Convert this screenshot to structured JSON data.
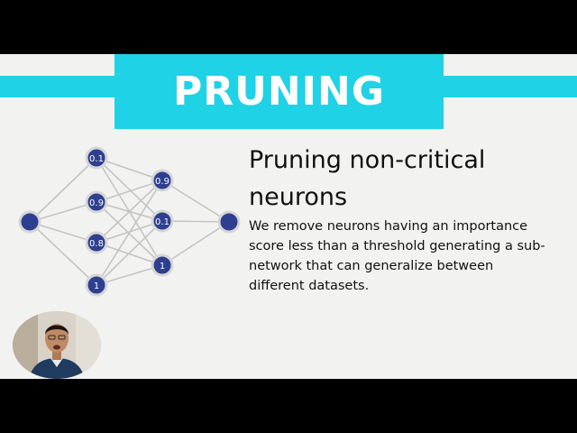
{
  "slide": {
    "title": "PRUNING",
    "heading": "Pruning non-critical neurons",
    "body": "We remove neurons having an importance score less than a threshold generating a sub-network that can generalize between different datasets.",
    "colors": {
      "accent": "#1fd2e6",
      "node": "#2e3f8f",
      "background": "#f2f2f0"
    }
  },
  "network": {
    "hidden1_labels": [
      "0.1",
      "0.9",
      "0.8",
      "1"
    ],
    "hidden2_labels": [
      "0.9",
      "0.1",
      "1"
    ]
  },
  "presenter": {
    "icon": "webcam-presenter"
  }
}
